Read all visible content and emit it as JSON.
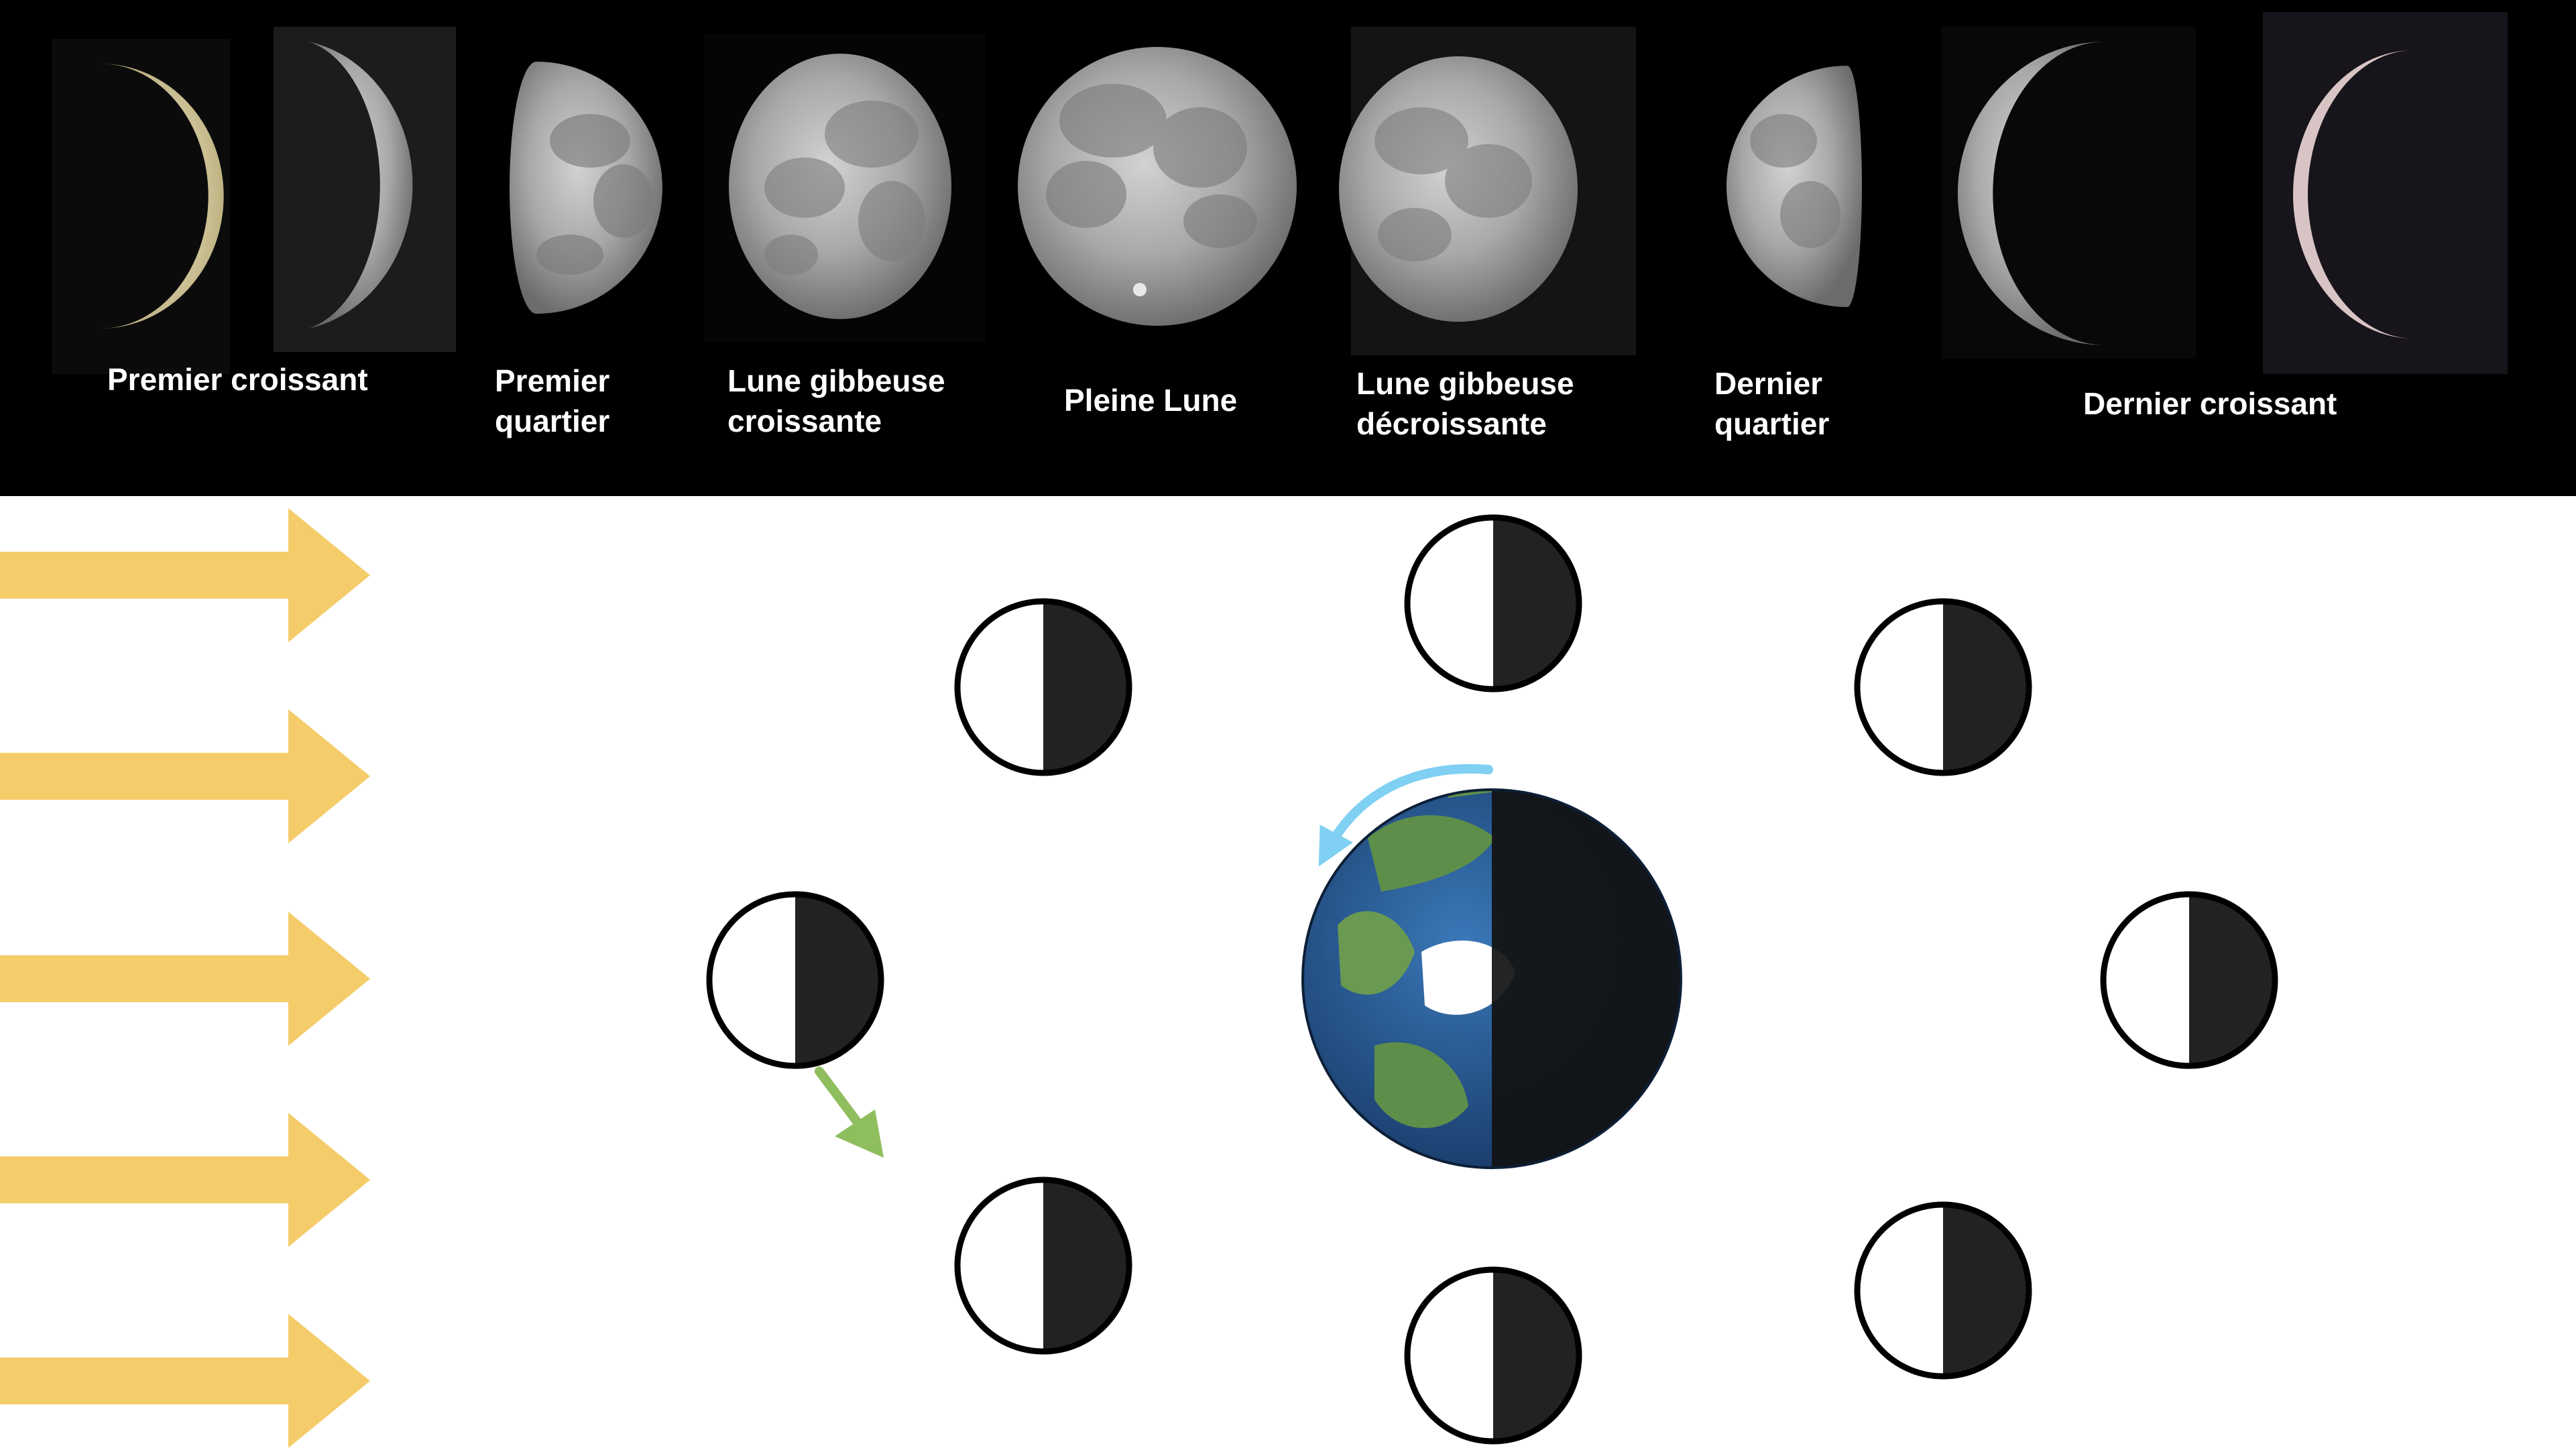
{
  "phases": [
    {
      "label": "Premier croissant"
    },
    {
      "label": "Premier\nquartier"
    },
    {
      "label": "Lune gibbeuse\ncroissante"
    },
    {
      "label": "Pleine Lune"
    },
    {
      "label": "Lune gibbeuse\ndécroissante"
    },
    {
      "label": "Dernier\nquartier"
    },
    {
      "label": "Dernier croissant"
    }
  ],
  "colors": {
    "strip_background": "#000000",
    "sunlight_arrow": "#F4CD6A",
    "moon_lit_half": "#FFFFFF",
    "moon_dark_half": "#222222",
    "earth_rotation_arrow": "#7FD0F2",
    "orbit_arrow": "#8FBE5E",
    "ocean": "#2E5F9E",
    "land": "#5E8F4A",
    "ice": "#FFFFFF"
  },
  "icons": {
    "sun_rays": "arrow-right-icon",
    "earth": "earth-globe-icon",
    "moon_schematic": "half-lit-moon-icon",
    "earth_rotation": "curved-arrow-icon",
    "moon_orbit": "arrow-down-right-icon"
  }
}
